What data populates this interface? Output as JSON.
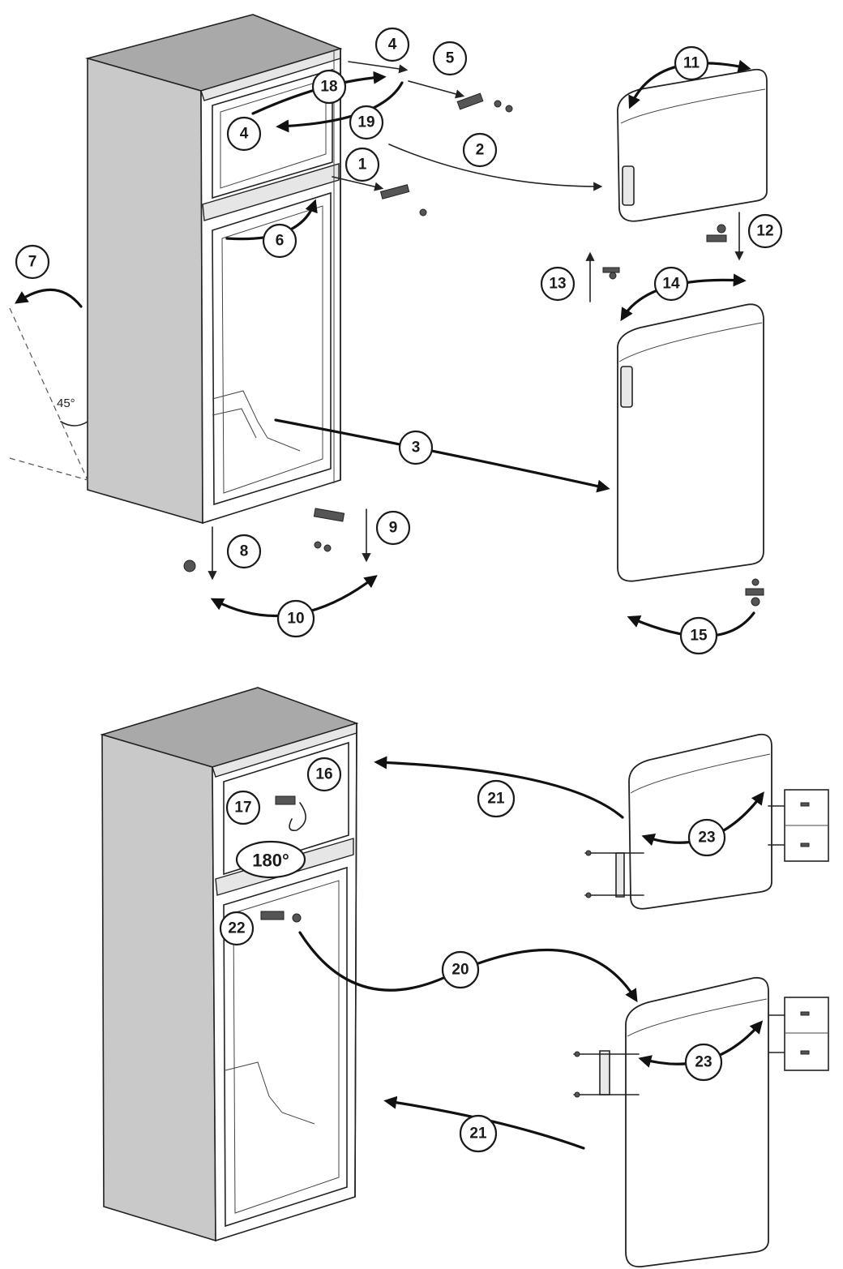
{
  "callouts": {
    "c1": "1",
    "c2": "2",
    "c3": "3",
    "c4a": "4",
    "c4b": "4",
    "c5": "5",
    "c6": "6",
    "c7": "7",
    "c8": "8",
    "c9": "9",
    "c10": "10",
    "c11": "11",
    "c12": "12",
    "c13": "13",
    "c14": "14",
    "c15": "15",
    "c16": "16",
    "c17": "17",
    "c18": "18",
    "c19": "19",
    "c20": "20",
    "c21a": "21",
    "c21b": "21",
    "c22": "22",
    "c23a": "23",
    "c23b": "23"
  },
  "angles": {
    "tilt": "45°",
    "rotate": "180°"
  },
  "colors": {
    "cabinet_side": "#c9c9c9",
    "cabinet_top": "#a9a9a9",
    "outline": "#222222",
    "background": "#ffffff"
  }
}
